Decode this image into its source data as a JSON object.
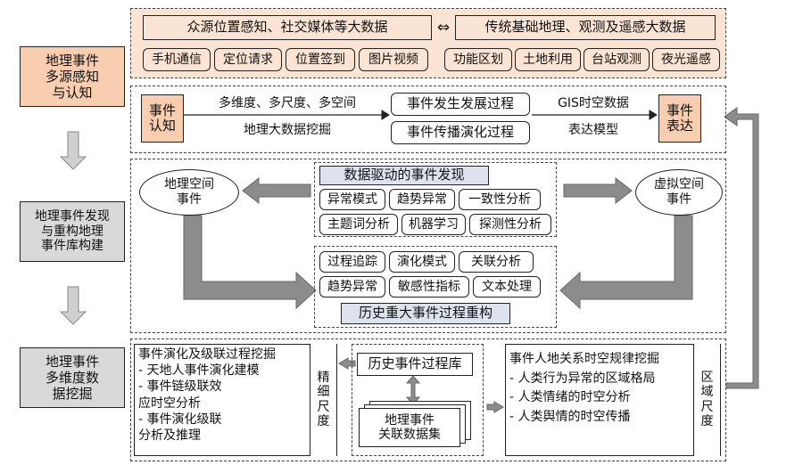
{
  "stages": [
    {
      "label": "地理事件\n多源感知\n与认知"
    },
    {
      "label": "地理事件发现\n与重构地理\n事件库构建"
    },
    {
      "label": "地理事件\n多维度数\n据挖掘"
    }
  ],
  "sources": {
    "crowd_title": "众源位置感知、社交媒体等大数据",
    "trad_title": "传统基础地理、观测及遥感大数据",
    "double_arrow": "⇔",
    "crowd_items": [
      "手机通信",
      "定位请求",
      "位置签到",
      "图片视频"
    ],
    "trad_items": [
      "功能区划",
      "土地利用",
      "台站观测",
      "夜光遥感"
    ]
  },
  "row1": {
    "cognition": "事件\n认知",
    "top_text": "多维度、多尺度、多空间",
    "bottom_text": "地理大数据挖掘",
    "process1": "事件发生发展过程",
    "process2": "事件传播演化过程",
    "gis_top": "GIS时空数据",
    "gis_bottom": "表达模型",
    "expression": "事件\n表达"
  },
  "row2": {
    "geo_event": "地理空间\n事件",
    "virtual_event": "虚拟空间\n事件",
    "discovery_title": "数据驱动的事件发现",
    "discovery_items": [
      "异常模式",
      "趋势异常",
      "一致性分析",
      "主题词分析",
      "机器学习",
      "探测性分析"
    ],
    "recon_items": [
      "过程追踪",
      "演化模式",
      "关联分析",
      "趋势异常",
      "敏感性指标",
      "文本处理"
    ],
    "recon_title": "历史重大事件过程重构"
  },
  "row3": {
    "left_title": "事件演化及级联过程挖掘",
    "left_items": [
      "- 天地人事件演化建模",
      "- 事件链级联效\n  应时空分析",
      "- 事件演化级联\n  分析及推理"
    ],
    "fine_scale": "精\n细\n尺\n度",
    "history_db": "历史事件过程库",
    "dataset": "地理事件\n关联数据集",
    "right_title": "事件人地关系时空规律挖掘",
    "right_items": [
      "- 人类行为异常的区域格局",
      "- 人类情绪的时空分析",
      "- 人类舆情的时空传播"
    ],
    "region_scale": "区\n域\n尺\n度"
  }
}
